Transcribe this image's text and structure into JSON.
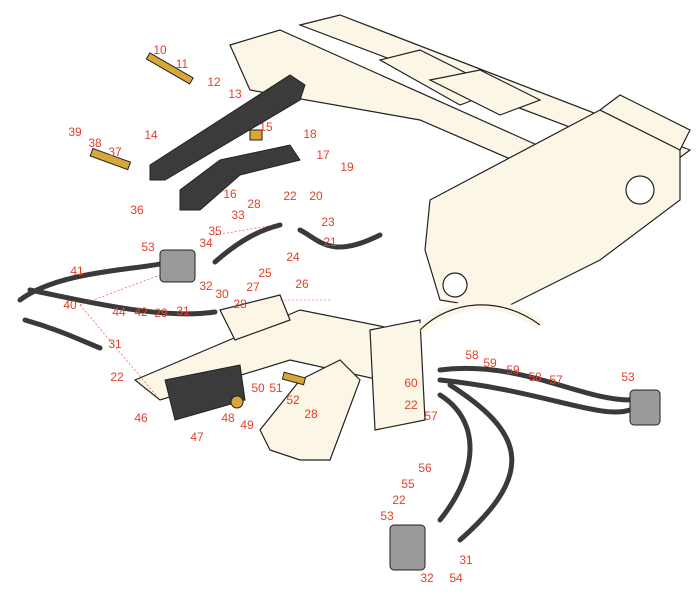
{
  "title": "Hydraulic parts exploded view",
  "colors": {
    "callout": "#e2412a",
    "frame_fill": "#fbf6e6",
    "outline": "#222222",
    "hose": "#3a3a3a",
    "part_dark": "#3b3b3b",
    "brass": "#d9a63a"
  },
  "callouts": [
    "10",
    "11",
    "12",
    "13",
    "14",
    "15",
    "16",
    "17",
    "18",
    "19",
    "20",
    "21",
    "22",
    "23",
    "24",
    "25",
    "26",
    "27",
    "28",
    "28",
    "28",
    "29",
    "30",
    "31",
    "31",
    "31",
    "32",
    "32",
    "33",
    "34",
    "35",
    "36",
    "37",
    "38",
    "39",
    "40",
    "41",
    "42",
    "44",
    "46",
    "47",
    "48",
    "49",
    "50",
    "51",
    "52",
    "53",
    "53",
    "53",
    "54",
    "55",
    "56",
    "57",
    "57",
    "58",
    "58",
    "59",
    "59",
    "60",
    "22",
    "22",
    "22"
  ]
}
